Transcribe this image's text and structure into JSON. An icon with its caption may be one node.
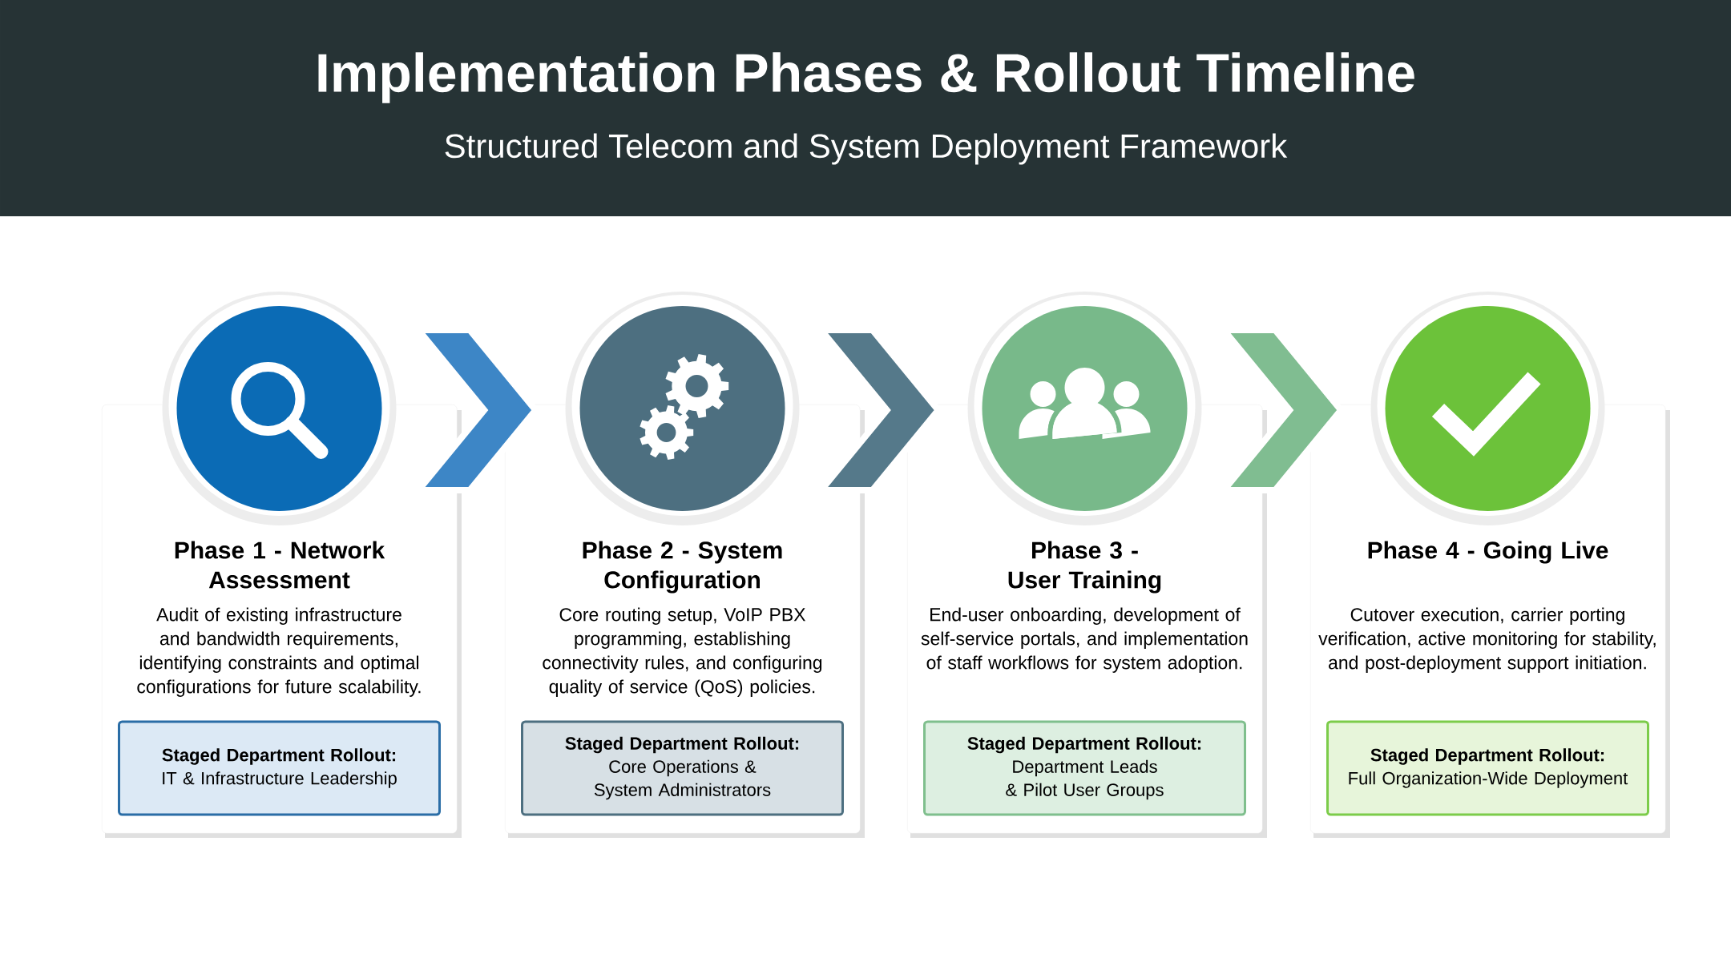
{
  "diagram": {
    "title": "Implementation Phases & Rollout Timeline",
    "nodes": [
      {
        "text": [
          "Phase 1 - Network Assessment",
          "Audit of existing infrastructure and bandwidth requirements, identifying constraints and optimal configurations for future scalability."
        ]
      },
      {
        "text": [
          "Staged Department Rollout:",
          "IT & Infrastructure Leadership"
        ],
        "in": 0
      },
      {
        "text": [
          "Phase 2 - System Configuration",
          "Core routing setup, VoIP PBX programming, establishing connectivity rules, and configuring quality of service (QoS) policies."
        ]
      },
      {
        "text": [
          "Staged Department Rollout:",
          "Core Operations & System Administrators"
        ],
        "in": 2
      },
      {
        "text": [
          "Phase 3 - User Training",
          "End-user onboarding, development of self-service portals, and implementation of staff workflows for system adoption."
        ]
      },
      {
        "text": [
          "Staged Department Rollout:",
          "Department Leads & Pilot User Groups"
        ],
        "in": 4
      },
      {
        "text": [
          "Phase 4 - Going Live",
          "Cutover execution, carrier porting verification, active monitoring for stability, and post-deployment support initiation."
        ]
      },
      {
        "text": [
          "Staged Department Rollout:",
          "Full Organization-Wide Deployment"
        ],
        "in": 6
      }
    ],
    "edges": [
      {
        "from": 0,
        "to": 2,
        "arrow": "to"
      },
      {
        "from": 2,
        "to": 4,
        "arrow": "to"
      },
      {
        "from": 4,
        "to": 6,
        "arrow": "to"
      }
    ],
    "labels": [
      "Structured Telecom and System Deployment Framework"
    ]
  }
}
